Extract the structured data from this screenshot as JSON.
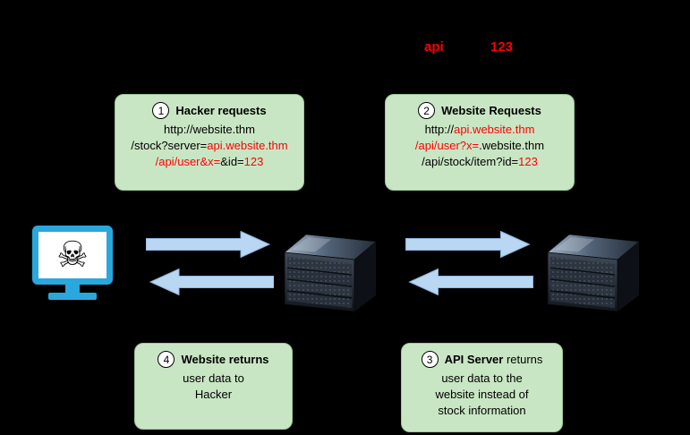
{
  "colors": {
    "background": "#000000",
    "box_fill": "#c9e6c4",
    "box_border": "#9cc79a",
    "highlight_red": "#ff0000",
    "text_black": "#000000",
    "arrow_fill": "#b9d7f2",
    "arrow_outline": "#8fb4dc",
    "monitor_blue": "#2aa7dd"
  },
  "caption": {
    "api": "api",
    "id": "123"
  },
  "icons": {
    "skull": "☠"
  },
  "boxes": {
    "box1": {
      "number": "1",
      "title": "Hacker requests",
      "line1": "http://website.thm",
      "line2_black": "/stock?server=",
      "line2_red": "api.website.thm",
      "line3_red1": "/api/user&x=",
      "line3_black": "&id=",
      "line3_red2": "123"
    },
    "box2": {
      "number": "2",
      "title": "Website Requests",
      "line1_black": "http://",
      "line1_red": "api.website.thm",
      "line2_red": "/api/user?x=",
      "line2_black": ".website.thm",
      "line3_black": "/api/stock/item?id=",
      "line3_red": "123"
    },
    "box3": {
      "number": "3",
      "title_bold": "API Server",
      "title_rest": " returns",
      "line1": "user data to the",
      "line2": "website instead of",
      "line3": "stock information"
    },
    "box4": {
      "number": "4",
      "title_bold": "Website returns",
      "line1": "user data to",
      "line2": "Hacker"
    }
  }
}
